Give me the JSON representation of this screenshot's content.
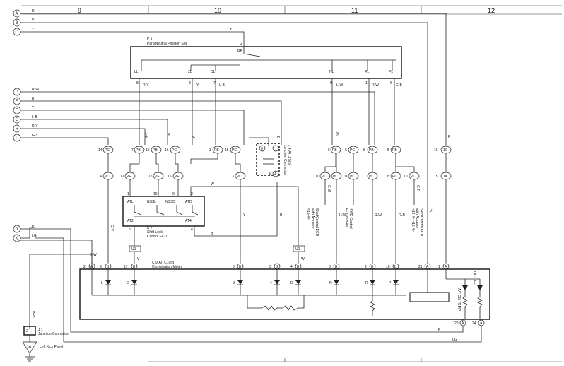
{
  "columns": [
    "9",
    "10",
    "11",
    "12"
  ],
  "left_terminals": [
    {
      "id": "A",
      "wire": "R"
    },
    {
      "id": "B",
      "wire": "V"
    },
    {
      "id": "C",
      "wire": "Y"
    },
    {
      "id": "D",
      "wire": "R-W"
    },
    {
      "id": "E",
      "wire": "B"
    },
    {
      "id": "F",
      "wire": "Y"
    },
    {
      "id": "G",
      "wire": "L-B"
    },
    {
      "id": "H",
      "wire": "R-Y"
    },
    {
      "id": "I",
      "wire": "G-Y"
    },
    {
      "id": "J",
      "wire": "P"
    },
    {
      "id": "K",
      "wire": "LG"
    }
  ],
  "p1": {
    "id": "P 1",
    "name": "Park/Neutral Position SW",
    "rb": "RB",
    "pin_top": "2",
    "wire_top": "Y",
    "pins": [
      {
        "label": "LL",
        "pin": "8",
        "wire": "R-Y"
      },
      {
        "label": "2L",
        "pin": "3",
        "wire": "Y"
      },
      {
        "label": "DL",
        "pin": "7",
        "wire": "L-B"
      },
      {
        "label": "NL",
        "pin": "9",
        "wire": "L-W"
      },
      {
        "label": "RL",
        "pin": "1",
        "wire": "R-W"
      },
      {
        "label": "PL",
        "pin": "6",
        "wire": "G-B"
      }
    ]
  },
  "junction_top": [
    {
      "pin": "14",
      "conn": "PC"
    },
    {
      "pin": "7",
      "conn": "PB"
    },
    {
      "pin": "15",
      "conn": "PB"
    },
    {
      "pin": "16",
      "conn": "PC"
    },
    {
      "pin": "3",
      "conn": "PB"
    },
    {
      "pin": "15",
      "conn": "PC"
    },
    {
      "pin": "6",
      "conn": "PB"
    },
    {
      "pin": "6",
      "conn": "PC"
    },
    {
      "pin": "8",
      "conn": "PB"
    },
    {
      "pin": "5",
      "conn": "PB"
    },
    {
      "pin": "16",
      "conn": "1C"
    }
  ],
  "junction_mid": [
    {
      "pin": "4",
      "conn": "PC"
    },
    {
      "pin": "12",
      "conn": "PE"
    },
    {
      "pin": "15",
      "conn": "PE"
    },
    {
      "pin": "16",
      "conn": "PE"
    },
    {
      "pin": "3",
      "conn": "PC"
    },
    {
      "pin": "11",
      "conn": "PC"
    },
    {
      "pin": "7",
      "conn": "PC"
    },
    {
      "pin": "10",
      "conn": "PC"
    },
    {
      "pin": "7",
      "conn": "PC"
    },
    {
      "pin": "8",
      "conn": "PC"
    },
    {
      "pin": "10",
      "conn": "PC"
    },
    {
      "pin": "15",
      "conn": "1K"
    }
  ],
  "j4": {
    "id": "J 4(A), J 5(B)",
    "name": "Junction Connector",
    "pins": [
      "6",
      "3",
      "4",
      "A"
    ]
  },
  "s7": {
    "id": "S 7",
    "name": "Shift Lock",
    "name2": "Control ECU",
    "pins_top": [
      "1",
      "10",
      "9",
      "2"
    ],
    "labels_top": [
      "ATL",
      "NSSL",
      "NSSD",
      "ATD"
    ],
    "pins_bottom": [
      "5",
      "4"
    ],
    "labels_bottom": [
      "AT2",
      "AT4"
    ],
    "wire_w": "W",
    "wire_b": "B"
  },
  "ecu_labels": [
    {
      "lines": [
        "Skid Control ECU",
        "with Actuator",
        "<15-4>"
      ]
    },
    {
      "lines": [
        "4WD Control",
        "ECU<18-4>"
      ]
    },
    {
      "lines": [
        "Skid Control ECU",
        "with Actuator",
        "<14-4>,<15-4>"
      ]
    }
  ],
  "u1_labels": [
    "U1",
    "U1"
  ],
  "combo": {
    "id": "C 9(A), C10(B)",
    "name": "Combination Meter",
    "pins": [
      {
        "pin": "2",
        "conn": "A"
      },
      {
        "pin": "6",
        "conn": "B"
      },
      {
        "pin": "17",
        "conn": "B"
      },
      {
        "pin": "6",
        "conn": "B"
      },
      {
        "pin": "5",
        "conn": "B"
      },
      {
        "pin": "4",
        "conn": "B"
      },
      {
        "pin": "3",
        "conn": "B"
      },
      {
        "pin": "2",
        "conn": "B"
      },
      {
        "pin": "10",
        "conn": "B"
      },
      {
        "pin": "21",
        "conn": "A"
      },
      {
        "pin": "1",
        "conn": "A"
      }
    ],
    "leds": [
      "L",
      "2",
      "3",
      "4",
      "D",
      "N",
      "R",
      "P"
    ],
    "extra_labels": [
      "A/T OIL TEMP",
      "OD OFF"
    ],
    "bottom_pins": [
      {
        "pin": "20",
        "conn": "A"
      },
      {
        "pin": "24",
        "conn": "A"
      }
    ]
  },
  "vertical_wires": [
    "G-Y",
    "B-W",
    "V",
    "Y",
    "B",
    "W",
    "L-W",
    "R-W",
    "G-B",
    "V",
    "R",
    "G-W",
    "G-R",
    "L-W",
    "L-B",
    "R-Y",
    "Y",
    "B"
  ],
  "j1": {
    "pin": "2",
    "id": "J 1",
    "name": "Junction Connector",
    "wire": "W-B"
  },
  "ground": {
    "id": "1A",
    "label": "Left Kick Panel"
  },
  "bottom_wires": [
    "P",
    "LG"
  ]
}
